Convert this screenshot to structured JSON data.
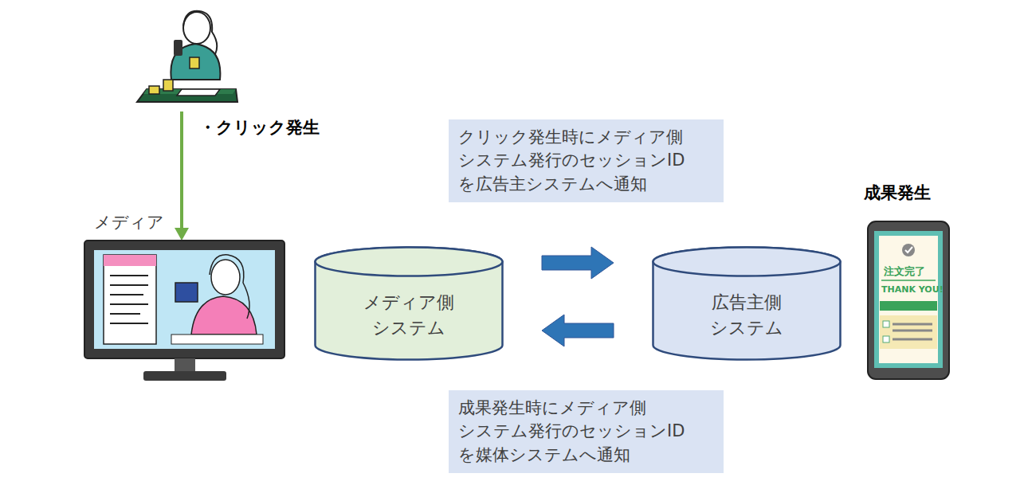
{
  "diagram": {
    "nodes": [
      {
        "text": [
          "クリック発生時にメディア側 システム発行のセッションID を広告主システムへ通知"
        ]
      },
      {
        "text": [
          "メディア側 システム"
        ]
      },
      {
        "text": [
          "広告主側 システム"
        ]
      },
      {
        "text": [
          "成果発生時にメディア側 システム発行のセッションID を媒体システムへ通知"
        ]
      }
    ],
    "edges": [
      {
        "from": 1,
        "to": 2,
        "arrow": "to"
      },
      {
        "from": 2,
        "to": 1,
        "arrow": "to"
      }
    ],
    "labels": [
      "・クリック発生",
      "メディア",
      "成果発生",
      "注文完了",
      "THANK YOU!"
    ]
  }
}
